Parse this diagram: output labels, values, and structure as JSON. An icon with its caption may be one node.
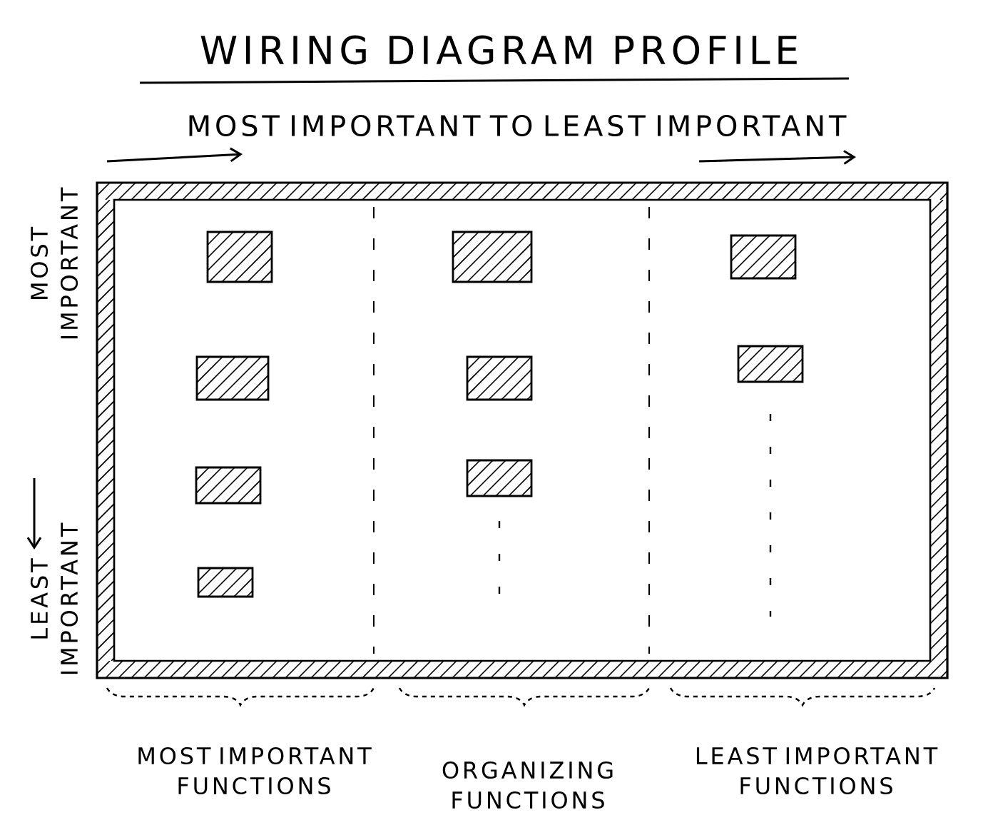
{
  "diagram": {
    "title": "WIRING DIAGRAM PROFILE",
    "nodes": [
      {
        "text": [],
        "shape": "box"
      },
      {
        "text": [],
        "shape": "box",
        "in": 0
      },
      {
        "text": [],
        "shape": "box",
        "in": 0
      },
      {
        "text": [],
        "shape": "box",
        "in": 0
      },
      {
        "text": [],
        "shape": "box",
        "in": 0
      },
      {
        "text": [],
        "shape": "box",
        "in": 0
      },
      {
        "text": [],
        "shape": "box",
        "in": 0
      },
      {
        "text": [],
        "shape": "box",
        "in": 0
      },
      {
        "text": [],
        "shape": "box",
        "in": 0
      },
      {
        "text": [],
        "shape": "box",
        "in": 0
      }
    ],
    "labels": [
      "MOST IMPORTANT TO LEAST IMPORTANT",
      "MOST IMPORTANT",
      "LEAST IMPORTANT",
      "MOST IMPORTANT FUNCTIONS",
      "ORGANIZING FUNCTIONS",
      "LEAST IMPORTANT FUNCTIONS"
    ]
  }
}
